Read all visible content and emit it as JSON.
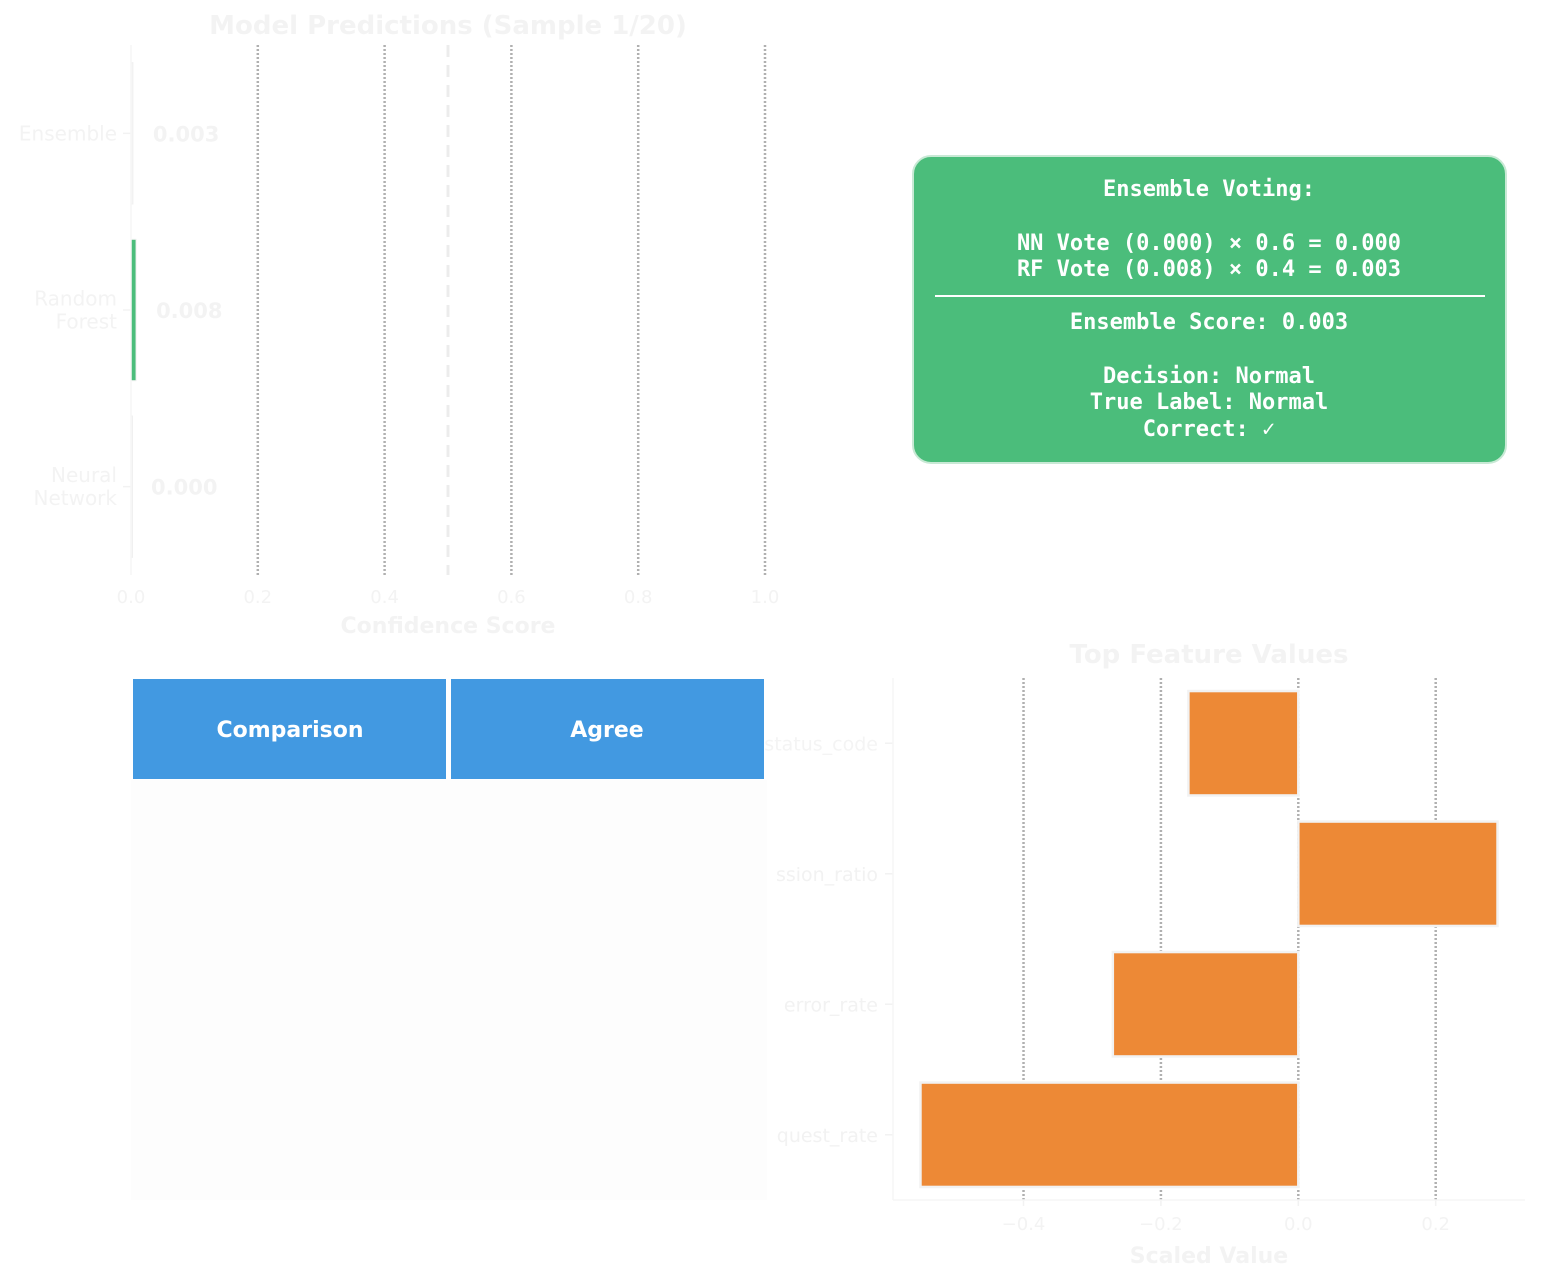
{
  "colors": {
    "ensemble_box": "#4bbd7b",
    "table_header": "#4299e1",
    "feature_bar": "#ed8936",
    "rf_bar": "#4bbd7b",
    "faint_text": "#f3f3f3",
    "grid": "#b0b0b0"
  },
  "chart_data": [
    {
      "type": "bar",
      "orientation": "horizontal",
      "title": "Model Predictions (Sample 1/20)",
      "xlabel": "Confidence Score",
      "ylabel": "",
      "categories": [
        "Ensemble",
        "Random\nForest",
        "Neural\nNetwork"
      ],
      "values": [
        0.003,
        0.008,
        0.0
      ],
      "value_labels": [
        "0.003",
        "0.008",
        "0.000"
      ],
      "xlim": [
        0.0,
        1.0
      ],
      "xticks": [
        "0.0",
        "0.2",
        "0.4",
        "0.6",
        "0.8",
        "1.0"
      ],
      "threshold": 0.5,
      "grid": true
    },
    {
      "type": "bar",
      "orientation": "horizontal",
      "title": "Top Feature Values",
      "xlabel": "Scaled Value",
      "ylabel": "",
      "categories": [
        "status_code",
        "session_ratio",
        "error_rate",
        "request_rate"
      ],
      "visible_category_labels": [
        "status_code",
        "ssion_ratio",
        "error_rate",
        "quest_rate"
      ],
      "values": [
        -0.16,
        0.29,
        -0.27,
        -0.55
      ],
      "xlim": [
        -0.59,
        0.33
      ],
      "xticks": [
        "−0.4",
        "−0.2",
        "0.0",
        "0.2"
      ],
      "xtick_values": [
        -0.4,
        -0.2,
        0.0,
        0.2
      ],
      "grid": true
    }
  ],
  "voting_box": {
    "title": "Ensemble Voting:",
    "nn_line": "NN Vote (0.000) × 0.6 = 0.000",
    "rf_line": "RF Vote (0.008) × 0.4 = 0.003",
    "score_line": "Ensemble Score: 0.003",
    "decision_line": "Decision: Normal",
    "true_label_line": "True Label: Normal",
    "correct_line": "Correct: ✓"
  },
  "table": {
    "headers": [
      "Comparison",
      "Agree"
    ]
  }
}
